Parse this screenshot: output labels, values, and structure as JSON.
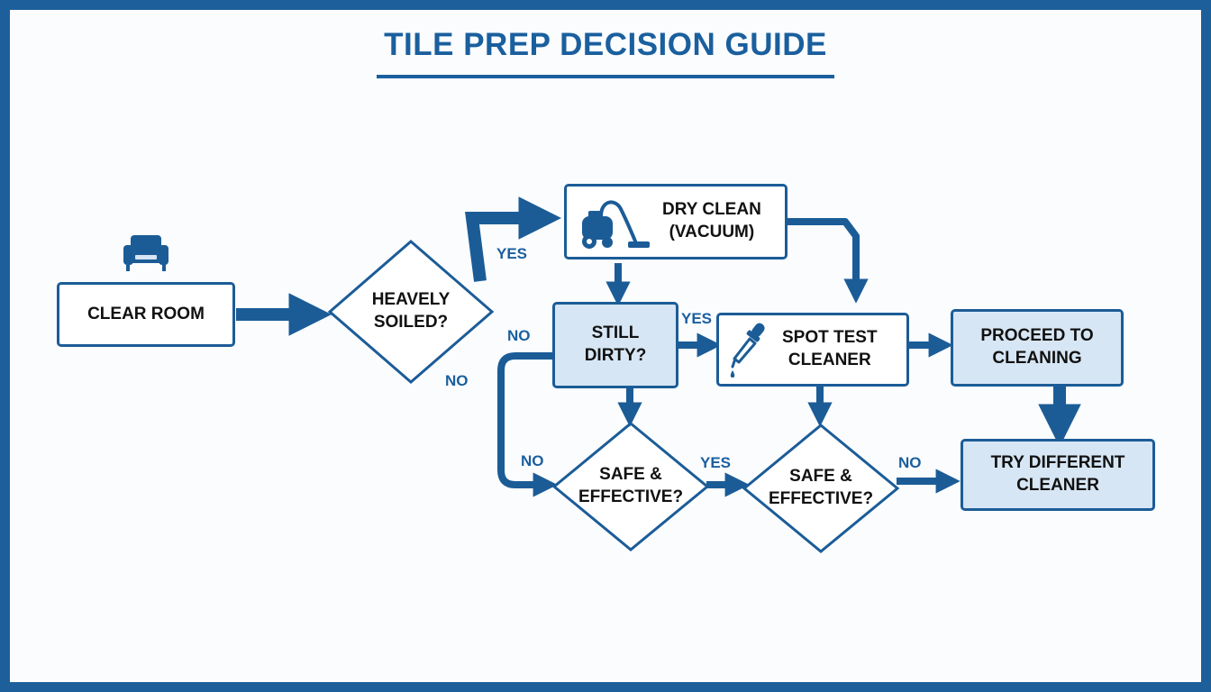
{
  "title": "TILE PREP DECISION GUIDE",
  "colors": {
    "primary": "#1b5c97",
    "fill": "#d7e6f4",
    "text": "#111111"
  },
  "nodes": {
    "clear_room": "CLEAR ROOM",
    "heavily_soiled": "HEAVELY\nSOILED?",
    "dry_clean": "DRY CLEAN\n(VACUUM)",
    "still_dirty": "STILL\nDIRTY?",
    "spot_test": "SPOT TEST\nCLEANER",
    "proceed": "PROCEED TO\nCLEANING",
    "safe_effective_1": "SAFE &\nEFFECTIVE?",
    "safe_effective_2": "SAFE &\nEFFECTIVE?",
    "try_different": "TRY DIFFERENT\nCLEANER"
  },
  "edges": {
    "soiled_yes": "YES",
    "soiled_no": "NO",
    "dirty_yes": "YES",
    "dirty_no_left": "NO",
    "dirty_no_bottom": "NO",
    "safe1_yes": "YES",
    "safe2_no": "NO"
  },
  "icons": [
    "armchair-icon",
    "vacuum-icon",
    "dropper-icon"
  ]
}
